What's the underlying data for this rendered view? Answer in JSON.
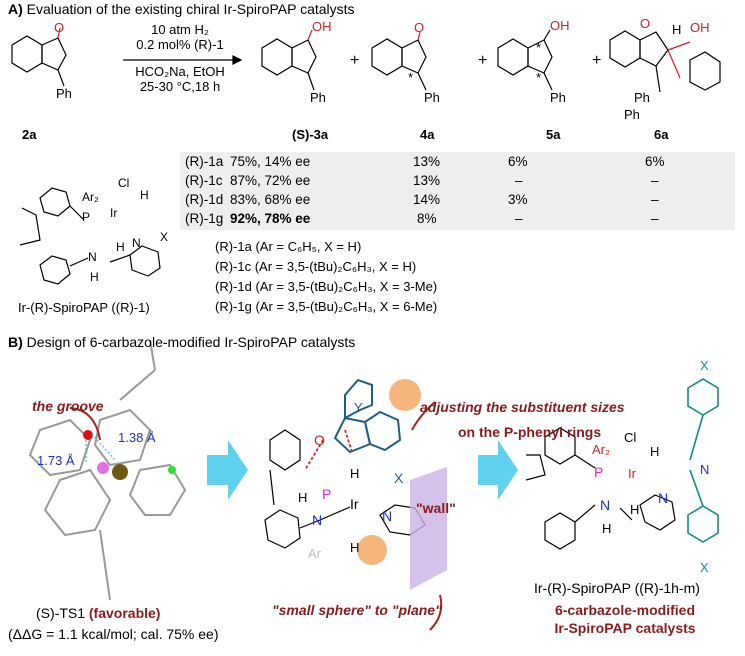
{
  "section_a": {
    "header_letter": "A)",
    "header_text": "Evaluation of the existing chiral Ir-SpiroPAP catalysts",
    "conditions": [
      "10 atm H₂",
      "0.2 mol% (R)-1",
      "HCO₂Na, EtOH",
      "25-30 °C,18 h"
    ],
    "compounds": {
      "sm": "2a",
      "p1": "(S)-3a",
      "p2": "4a",
      "p3": "5a",
      "p4": "6a"
    },
    "atom_labels": {
      "O": "O",
      "OH": "OH",
      "Ph": "Ph",
      "H": "H",
      "star": "*",
      "plus": "+"
    },
    "table": {
      "rows": [
        {
          "cat": "(R)-1a",
          "p1": "75%, 14% ee",
          "p2": "13%",
          "p3": "6%",
          "p4": "6%"
        },
        {
          "cat": "(R)-1c",
          "p1": "87%, 72% ee",
          "p2": "13%",
          "p3": "–",
          "p4": "–"
        },
        {
          "cat": "(R)-1d",
          "p1": "83%, 68% ee",
          "p2": "14%",
          "p3": "3%",
          "p4": "–"
        },
        {
          "cat": "(R)-1g",
          "p1": "92%, 78% ee",
          "p2": "8%",
          "p3": "–",
          "p4": "–"
        }
      ]
    },
    "catalyst_label": "Ir-(R)-SpiroPAP ((R)-1)",
    "catalyst_atoms": {
      "Ar2": "Ar₂",
      "Cl": "Cl",
      "H": "H",
      "P": "P",
      "Ir": "Ir",
      "N": "N",
      "X": "X"
    },
    "catalyst_defs": [
      "(R)-1a (Ar = C₆H₅, X = H)",
      "(R)-1c (Ar = 3,5-(tBu)₂C₆H₃, X = H)",
      "(R)-1d (Ar = 3,5-(tBu)₂C₆H₃, X = 3-Me)",
      "(R)-1g (Ar = 3,5-(tBu)₂C₆H₃, X = 6-Me)"
    ]
  },
  "section_b": {
    "header_letter": "B)",
    "header_text": "Design of 6-carbazole-modified Ir-SpiroPAP catalysts",
    "groove_label": "the groove",
    "dist1": "1.38 Å",
    "dist2": "1.73 Å",
    "ts_label": "(S)-TS1",
    "ts_favorable": "(favorable)",
    "ts_energy": "(ΔΔG = 1.1 kcal/mol; cal. 75% ee)",
    "adjust_note": [
      "adjusting the substituent sizes",
      "on the P-phenyl rings"
    ],
    "wall_label": "\"wall\"",
    "sphere_note": "\"small sphere\" to \"plane\"",
    "model_atoms": {
      "Y": "Y",
      "O": "O",
      "H": "H",
      "P": "P",
      "N": "N",
      "Ir": "Ir",
      "X": "X",
      "Ar": "Ar"
    },
    "new_cat_label": "Ir-(R)-SpiroPAP ((R)-1h-m)",
    "new_cat_title": [
      "6-carbazole-modified",
      "Ir-SpiroPAP catalysts"
    ],
    "colors": {
      "accent_red": "#8b1a1a",
      "arrow": "#5fd0ee",
      "teal": "#138a8a",
      "substrate_blue": "#1d5f8a",
      "wall": "#c9b3e6",
      "sphere": "#f6b57a"
    }
  }
}
